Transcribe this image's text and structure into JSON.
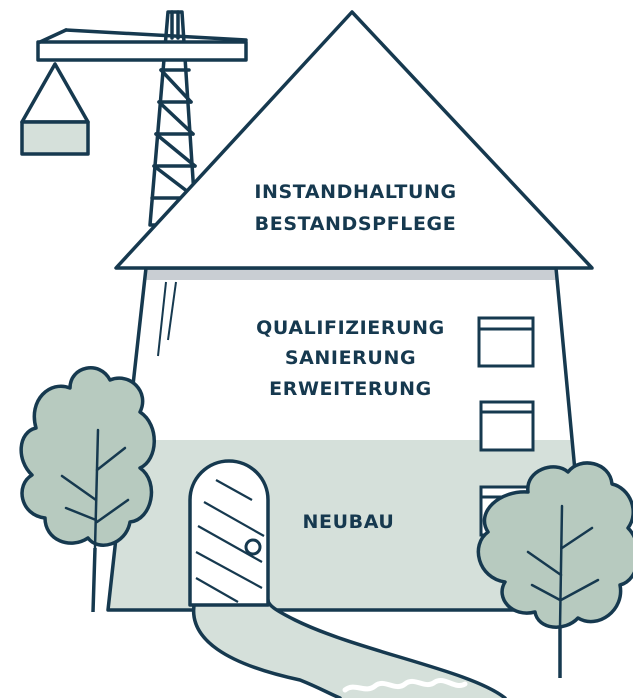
{
  "illustration": {
    "colors": {
      "outline": "#16394f",
      "fill": "#d5e0da",
      "tree_fill": "#b7cabf",
      "roof_shadow": "#c9ced3",
      "background": "#ffffff"
    },
    "levels": {
      "roof": [
        "INSTANDHALTUNG",
        "BESTANDSPFLEGE"
      ],
      "middle": [
        "QUALIFIZIERUNG",
        "SANIERUNG",
        "ERWEITERUNG"
      ],
      "ground": [
        "NEUBAU"
      ]
    }
  }
}
